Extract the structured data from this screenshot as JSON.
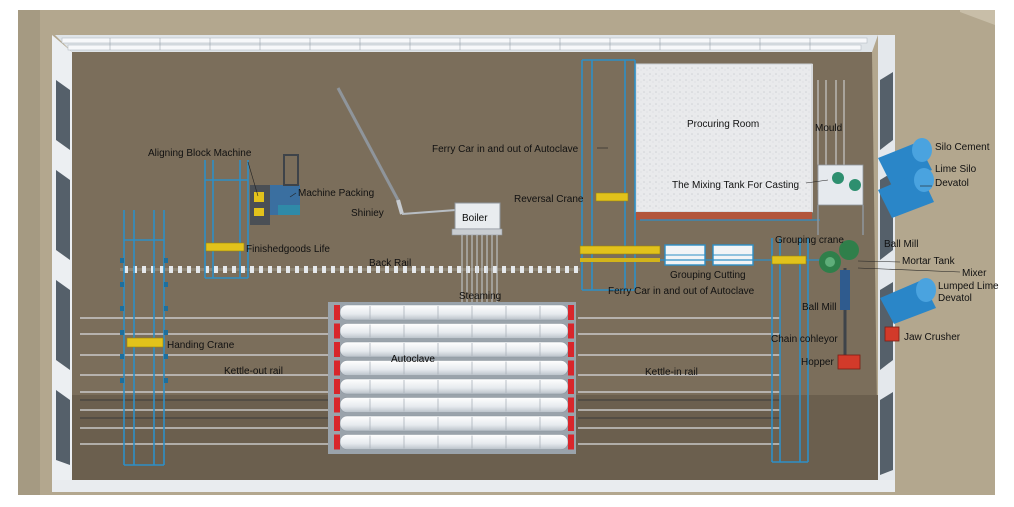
{
  "labels": {
    "procuring_room": "Procuring Room",
    "mould": "Mould",
    "silo_cement": "Silo Cement",
    "lime_silo": "Lime Silo",
    "devatol_1": "Devatol",
    "ferry_car_top": "Ferry Car in and out of Autoclave",
    "aligning_block_machine": "Aligning Block  Machine",
    "machine_packing": "Machine Packing",
    "shiniey": "Shiniey",
    "boiler": "Boiler",
    "reversal_crane": "Reversal Crane",
    "mixing_tank": "The Mixing Tank For Casting",
    "grouping_crane": "Grouping crane",
    "ball_mill_1": "Ball Mill",
    "finishedgoods_life": "Finishedgoods  Life",
    "back_rail": "Back Rail",
    "mortar_tank": "Mortar Tank",
    "mixer": "Mixer",
    "grouping_cutting": "Grouping Cutting",
    "lumped_lime": "Lumped Lime",
    "devatol_2": "Devatol",
    "steaming": "Steaming",
    "ferry_car_bottom": "Ferry Car in and out of Autoclave",
    "ball_mill_2": "Ball Mill",
    "jaw_crusher": "Jaw Crusher",
    "handing_crane": "Handing Crane",
    "chain_conveyor": "Chain cohleyor",
    "autoclave": "Autoclave",
    "hopper": "Hopper",
    "kettle_out_rail": "Kettle-out rail",
    "kettle_in_rail": "Kettle-in rail"
  },
  "colors": {
    "floor": "#7c6f5c",
    "wall": "#e8ecef",
    "ground": "#b6a98f",
    "frame_blue": "#2e8fc6",
    "crane_yellow": "#e2c21b",
    "autoclave_white": "#eef1f4",
    "autoclave_red": "#d8262b",
    "silo_blue": "#2a86c8",
    "mortar_green": "#2f7f4a",
    "hopper_red": "#d23a2a"
  }
}
